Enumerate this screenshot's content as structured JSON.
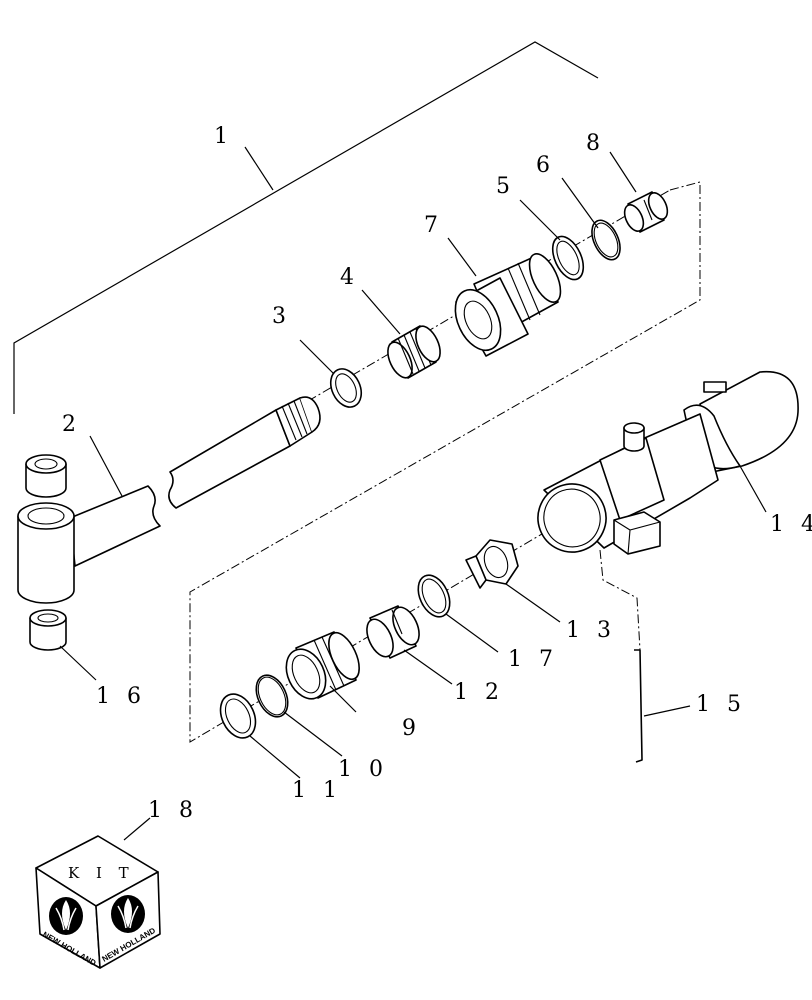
{
  "callouts": {
    "c1": "1",
    "c2": "2",
    "c3": "3",
    "c4": "4",
    "c5": "5",
    "c6": "6",
    "c7": "7",
    "c8": "8",
    "c9": "9",
    "c10": "1 0",
    "c11": "1 1",
    "c12": "1 2",
    "c13": "1 3",
    "c14": "1 4",
    "c15": "1 5",
    "c16": "1 6",
    "c17": "1 7",
    "c18": "1 8"
  },
  "kit": {
    "label": "K I T",
    "brand_left": "NEW HOLLAND",
    "brand_right": "NEW HOLLAND"
  },
  "colors": {
    "line": "#000000",
    "background": "#ffffff"
  }
}
